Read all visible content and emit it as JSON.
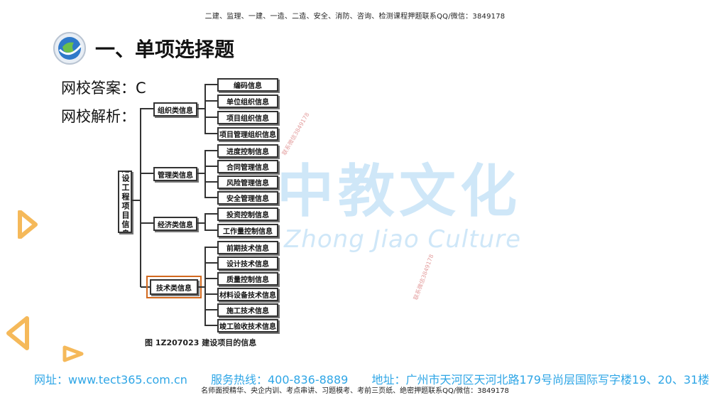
{
  "top_banner": "二建、监理、一建、一造、二造、安全、消防、咨询、检测课程押题联系QQ/微信：3849178",
  "section_title": "一、单项选择题",
  "answer_label": "网校答案：C",
  "analysis_label": "网校解析：",
  "watermark": {
    "main": "中教文化",
    "sub": "Zhong Jiao Culture"
  },
  "side_marks": [
    "联系微信3849178",
    "联系微信3849178"
  ],
  "diagram": {
    "root": "建设工程项目信息",
    "categories": [
      {
        "label": "组织类信息",
        "items": [
          "编码信息",
          "单位组织信息",
          "项目组织信息",
          "项目管理组织信息"
        ]
      },
      {
        "label": "管理类信息",
        "items": [
          "进度控制信息",
          "合同管理信息",
          "风险管理信息",
          "安全管理信息"
        ]
      },
      {
        "label": "经济类信息",
        "items": [
          "投资控制信息",
          "工作量控制信息"
        ]
      },
      {
        "label": "技术类信息",
        "items": [
          "前期技术信息",
          "设计技术信息",
          "质量控制信息",
          "材料设备技术信息",
          "施工技术信息",
          "竣工验收技术信息"
        ]
      }
    ],
    "highlighted_category": "技术类信息",
    "caption": "图 1Z207023  建设项目的信息"
  },
  "footer": {
    "website": "网址：www.tect365.com.cn",
    "hotline": "服务热线：400-836-8889",
    "address": "地址：广州市天河区天河北路179号尚层国际写字楼19、20、31楼",
    "bottom": "名师面授精华、央企内训、考点串讲、习题模考、考前三页纸、绝密押题联系QQ/微信：3849178"
  },
  "colors": {
    "footer_blue": "#2fa6e6",
    "highlight": "#d2691e",
    "decor_orange": "#f5b95a",
    "watermark": "#cfe7f8"
  }
}
